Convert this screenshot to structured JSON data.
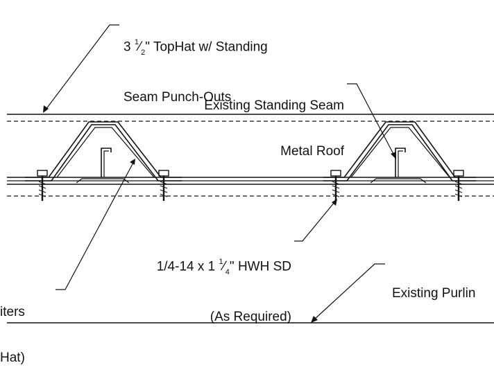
{
  "callouts": {
    "tophat": {
      "line1_a": "3 ",
      "line1_frac_num": "1",
      "line1_frac_den": "2",
      "line1_b": "\" TopHat w/ Standing",
      "line2": "Seam Punch-Outs"
    },
    "roof": {
      "line1": "Existing Standing Seam",
      "line2": "Metal Roof"
    },
    "screw": {
      "line1_a": "1/4-14 x 1 ",
      "line1_frac_num": "1",
      "line1_frac_den": "4",
      "line1_b": "\" HWH SD",
      "line2": "(As Required)"
    },
    "purlin": {
      "line1": "Existing Purlin"
    },
    "left_partial": {
      "line1": "iters",
      "line2": "Hat)"
    }
  },
  "colors": {
    "linework": "#111111",
    "background": "#ffffff"
  }
}
